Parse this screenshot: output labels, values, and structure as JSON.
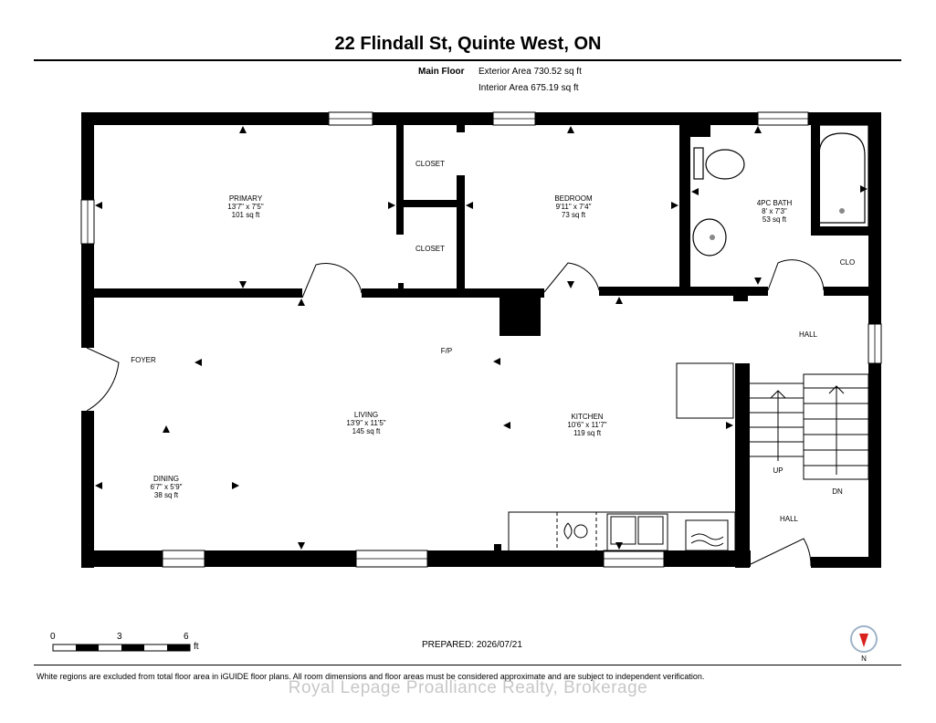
{
  "header": {
    "title": "22 Flindall St, Quinte West, ON",
    "floor_label": "Main Floor",
    "exterior_area": "Exterior Area 730.52 sq ft",
    "interior_area": "Interior Area 675.19 sq ft"
  },
  "rooms": {
    "primary": {
      "name": "PRIMARY",
      "dims": "13'7\" x 7'5\"",
      "area": "101 sq ft"
    },
    "bedroom": {
      "name": "BEDROOM",
      "dims": "9'11\" x 7'4\"",
      "area": "73 sq ft"
    },
    "bath": {
      "name": "4PC BATH",
      "dims": "8' x 7'3\"",
      "area": "53 sq ft"
    },
    "living": {
      "name": "LIVING",
      "dims": "13'9\" x 11'5\"",
      "area": "145 sq ft"
    },
    "kitchen": {
      "name": "KITCHEN",
      "dims": "10'6\" x 11'7\"",
      "area": "119 sq ft"
    },
    "dining": {
      "name": "DINING",
      "dims": "6'7\" x 5'9\"",
      "area": "38 sq ft"
    }
  },
  "labels": {
    "closet_upper": "CLOSET",
    "closet_lower": "CLOSET",
    "clo": "CLO",
    "hall_upper": "HALL",
    "hall_lower": "HALL",
    "foyer": "FOYER",
    "fp": "F/P",
    "up": "UP",
    "dn": "DN"
  },
  "scale": {
    "zero": "0",
    "three": "3",
    "six": "6",
    "unit": "ft"
  },
  "footer": {
    "prepared": "PREPARED: 2026/07/21",
    "disclaimer": "White regions are excluded from total floor area in iGUIDE floor plans. All room dimensions and floor areas must be considered approximate and are subject to independent verification.",
    "watermark": "Royal Lepage Proalliance Realty, Brokerage",
    "compass_label": "N"
  },
  "colors": {
    "wall": "#000000",
    "compass_needle": "#d9231d",
    "compass_ring": "#9fb3c8"
  }
}
